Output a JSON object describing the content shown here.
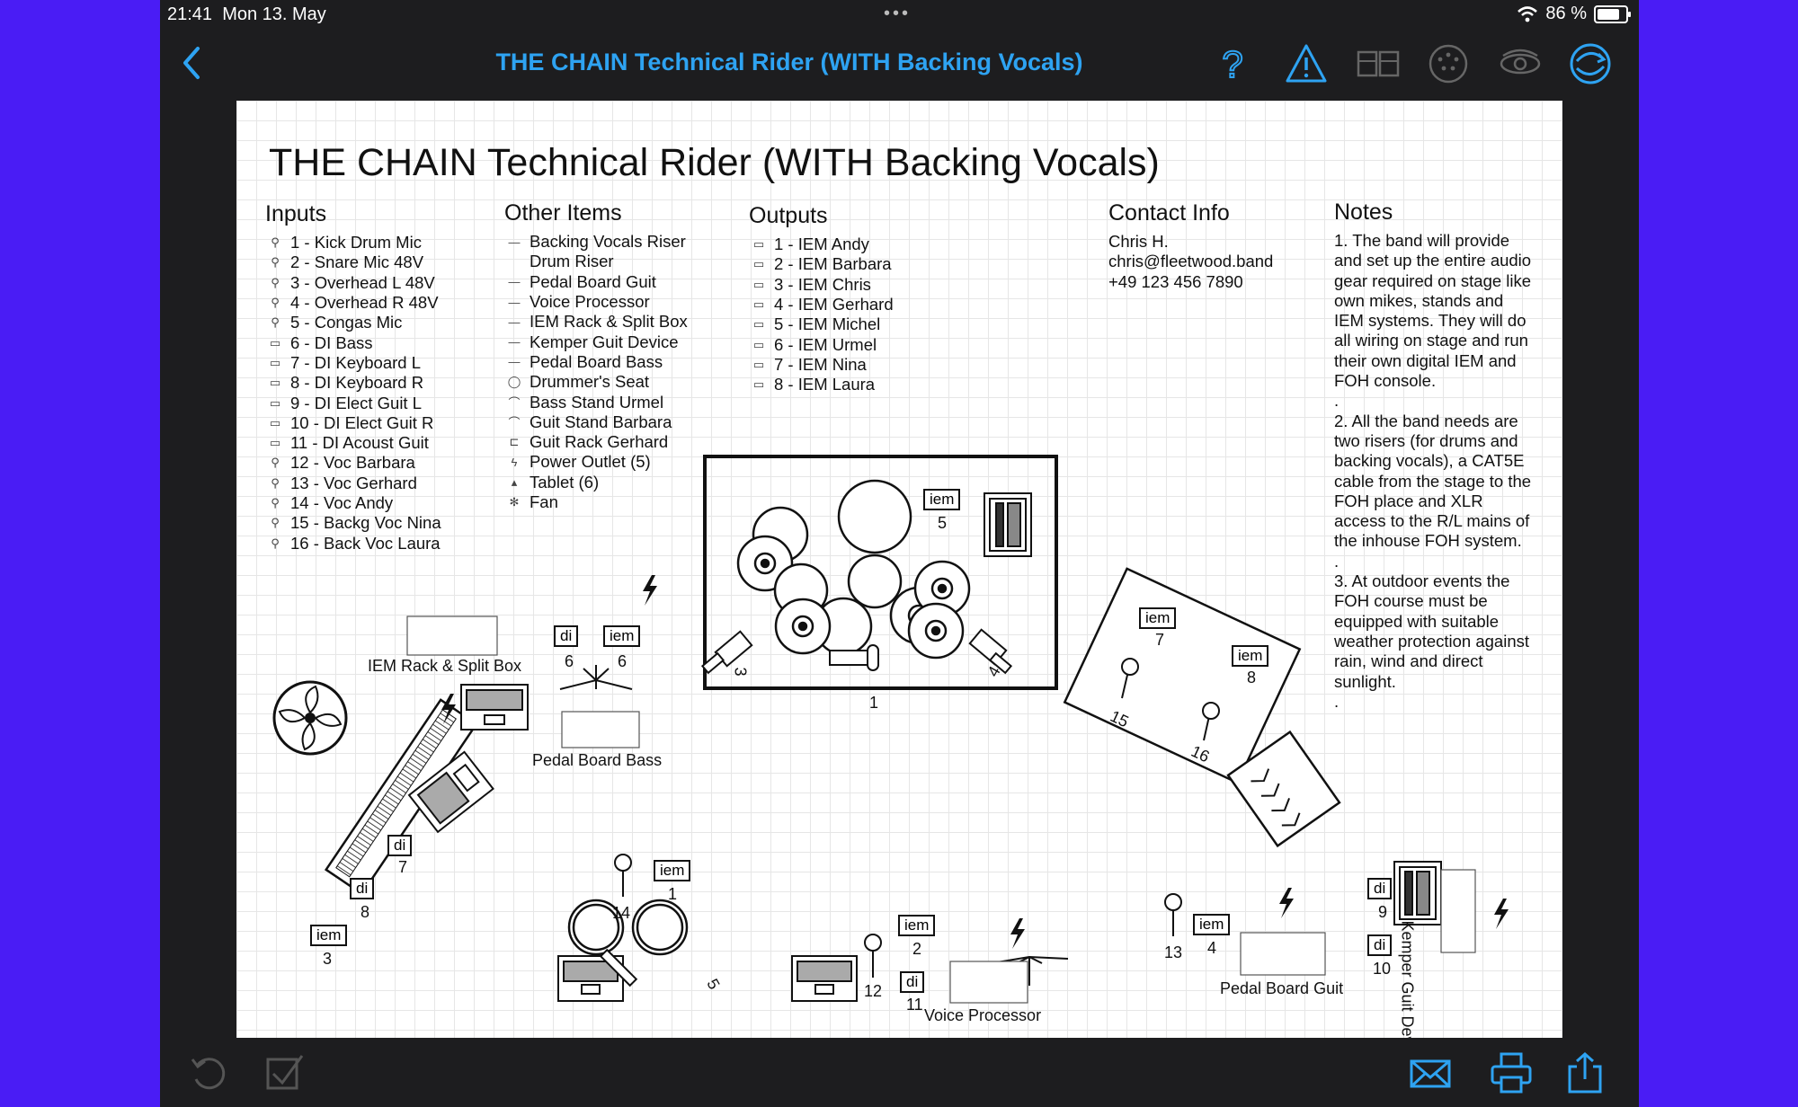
{
  "status_bar": {
    "time": "21:41",
    "date": "Mon 13. May",
    "battery": "86 %",
    "battery_level": 0.86
  },
  "nav": {
    "title": "THE CHAIN Technical Rider (WITH Backing Vocals)"
  },
  "document": {
    "title": "THE CHAIN Technical Rider (WITH Backing Vocals)",
    "inputs": {
      "heading": "Inputs",
      "items": [
        "1 - Kick Drum Mic",
        "2 - Snare Mic 48V",
        "3 - Overhead L 48V",
        "4 - Overhead R 48V",
        "5 - Congas Mic",
        "6 - DI Bass",
        "7 - DI Keyboard L",
        "8 - DI Keyboard R",
        "9 - DI Elect Guit L",
        "10 - DI Elect Guit R",
        "11 - DI Acoust Guit",
        "12 - Voc Barbara",
        "13 - Voc Gerhard",
        "14 - Voc Andy",
        "15 - Backg Voc Nina",
        "16 - Back Voc Laura"
      ]
    },
    "other_items": {
      "heading": "Other Items",
      "items": [
        "Backing Vocals Riser",
        "Drum Riser",
        "Pedal Board Guit",
        "Voice Processor",
        "IEM Rack & Split Box",
        "Kemper Guit Device",
        "Pedal Board Bass",
        "Drummer's Seat",
        "Bass Stand Urmel",
        "Guit Stand Barbara",
        "Guit Rack Gerhard",
        "Power Outlet (5)",
        "Tablet (6)",
        "Fan"
      ]
    },
    "outputs": {
      "heading": "Outputs",
      "items": [
        "1 - IEM Andy",
        "2 - IEM Barbara",
        "3 - IEM Chris",
        "4 - IEM Gerhard",
        "5 - IEM Michel",
        "6 - IEM Urmel",
        "7 - IEM Nina",
        "8 - IEM Laura"
      ]
    },
    "contact": {
      "heading": "Contact Info",
      "lines": [
        "Chris H.",
        "chris@fleetwood.band",
        "+49 123 456 7890"
      ]
    },
    "notes": {
      "heading": "Notes",
      "paragraphs": [
        "1. The band will provide and set up the entire audio gear required on stage like own mikes, stands and IEM systems. They will do all wiring on stage and run their own digital IEM and FOH console.",
        ".",
        "2. All the band needs are two risers (for drums and backing vocals), a CAT5E cable from the stage to the FOH place and XLR access to the R/L mains of the inhouse FOH system.",
        ".",
        "3. At outdoor events the FOH course must be equipped with suitable weather protection against rain, wind and direct sunlight.",
        "."
      ]
    }
  },
  "stage": {
    "tag_iem": "iem",
    "tag_di": "di",
    "labels": {
      "iem_rack": "IEM Rack & Split Box",
      "pedal_bass": "Pedal Board Bass",
      "pedal_guit": "Pedal Board Guit",
      "voice_proc": "Voice Processor",
      "kemper": "Kemper Guit Device"
    },
    "nums": {
      "n1": "1",
      "n2": "2",
      "n3": "3",
      "n4": "4",
      "n5": "5",
      "n6": "6",
      "n7": "7",
      "n8": "8",
      "n9": "9",
      "n10": "10",
      "n11": "11",
      "n12": "12",
      "n13": "13",
      "n14": "14",
      "n15": "15",
      "n16": "16"
    }
  }
}
